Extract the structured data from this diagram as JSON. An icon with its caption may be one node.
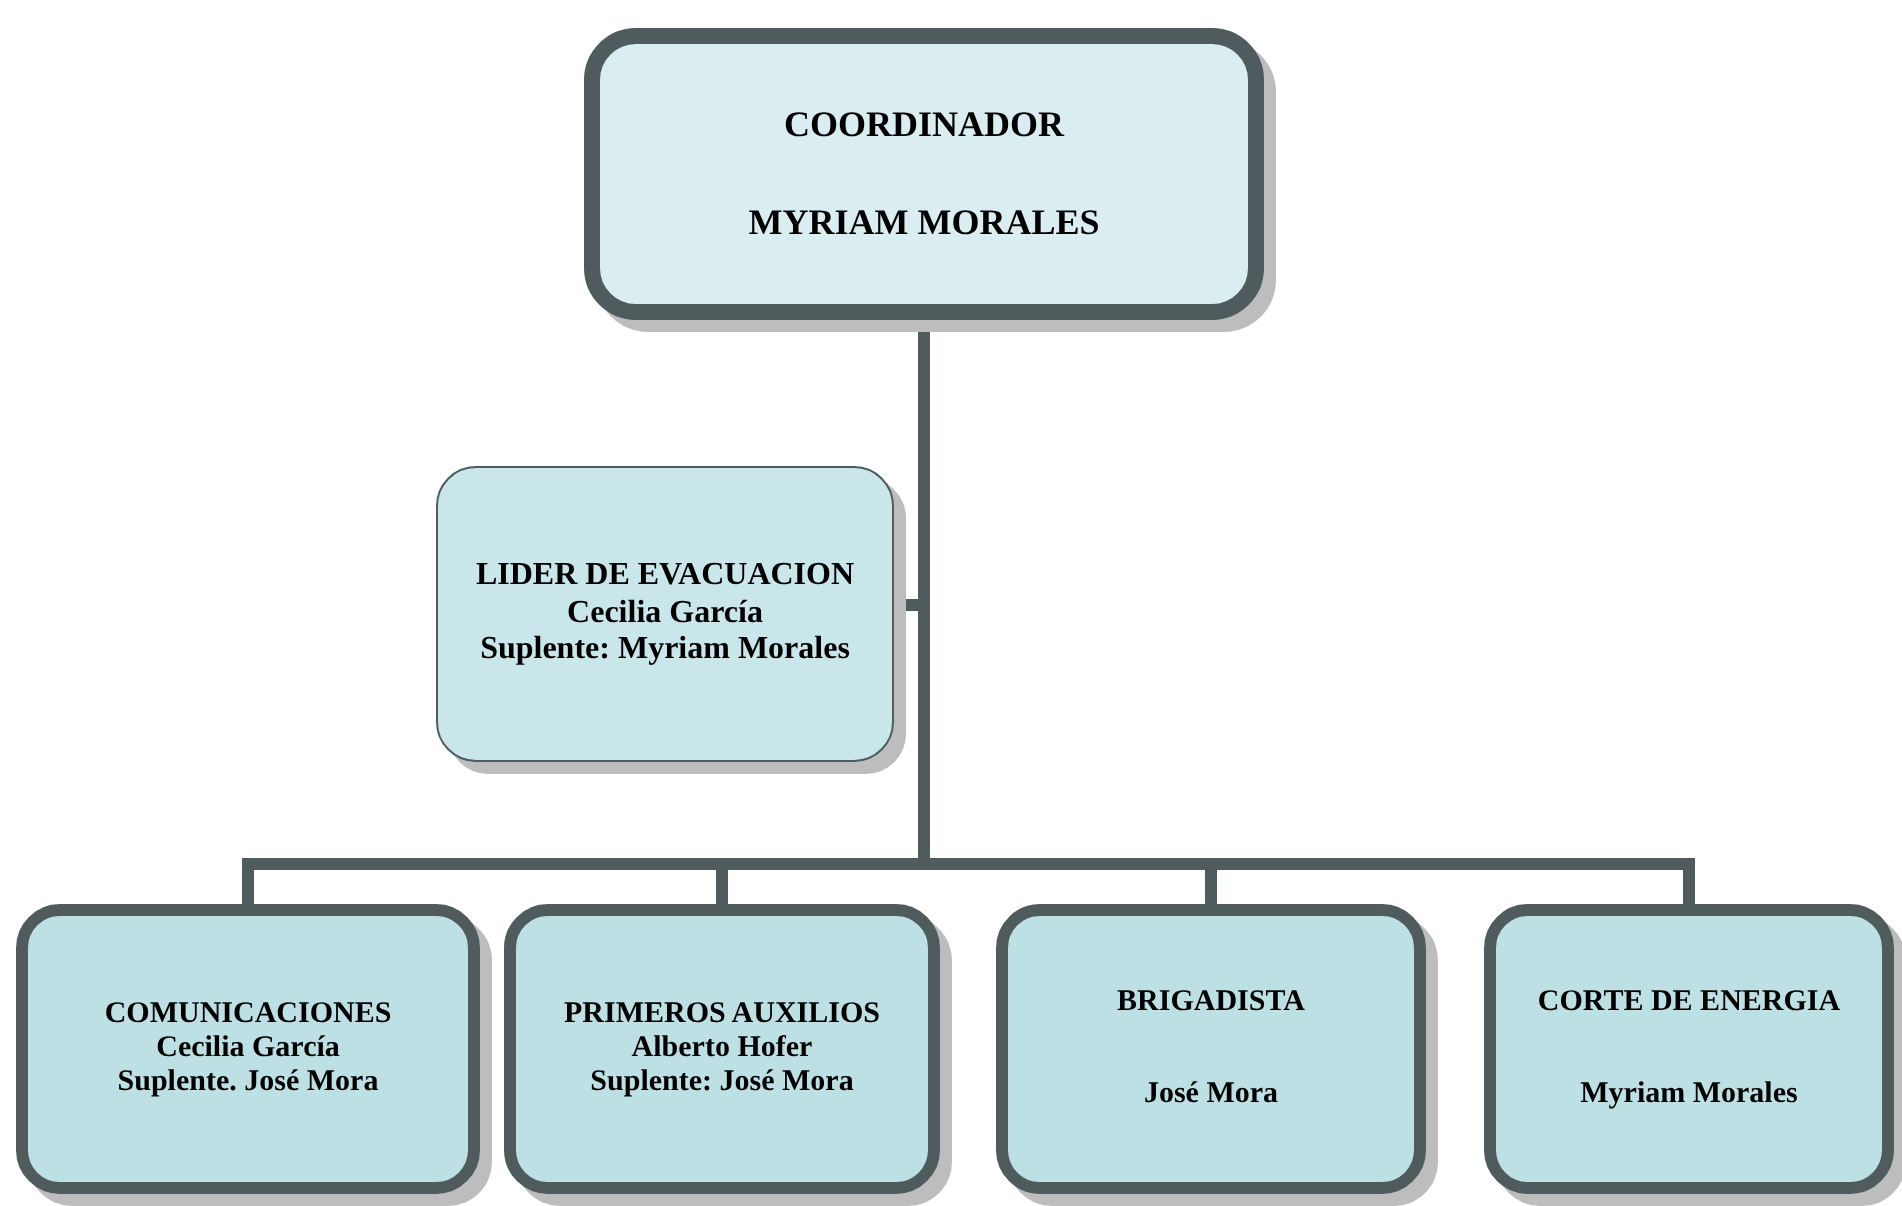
{
  "diagram": {
    "nodes": [
      {
        "text": [
          "COORDINADOR",
          "MYRIAM MORALES"
        ]
      },
      {
        "text": [
          "LIDER DE EVACUACION",
          "Cecilia García",
          "Suplente: Myriam Morales"
        ]
      },
      {
        "text": [
          "COMUNICACIONES",
          "Cecilia García",
          "Suplente. José Mora"
        ]
      },
      {
        "text": [
          "PRIMEROS AUXILIOS",
          "Alberto Hofer",
          "Suplente: José Mora"
        ]
      },
      {
        "text": [
          "BRIGADISTA",
          "José Mora"
        ]
      },
      {
        "text": [
          "CORTE DE ENERGIA",
          "Myriam Morales"
        ]
      }
    ],
    "edges": [
      {
        "from": 0,
        "to": 1,
        "arrow": "none"
      },
      {
        "from": 0,
        "to": 2,
        "arrow": "none"
      },
      {
        "from": 0,
        "to": 3,
        "arrow": "none"
      },
      {
        "from": 0,
        "to": 4,
        "arrow": "none"
      },
      {
        "from": 0,
        "to": 5,
        "arrow": "none"
      }
    ]
  }
}
